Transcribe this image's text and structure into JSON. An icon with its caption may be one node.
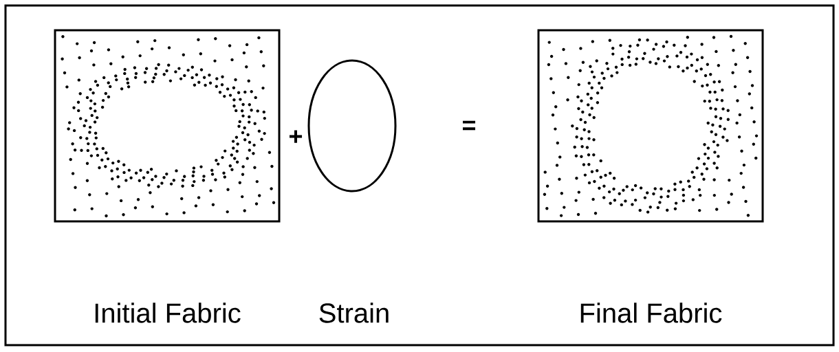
{
  "diagram": {
    "nodes": [
      {
        "text": [],
        "shape": "box"
      },
      {
        "text": [],
        "shape": "ellipse"
      },
      {
        "text": [],
        "shape": "box"
      }
    ],
    "labels": [
      "+",
      "=",
      "Initial Fabric",
      "Strain",
      "Final Fabric"
    ]
  }
}
